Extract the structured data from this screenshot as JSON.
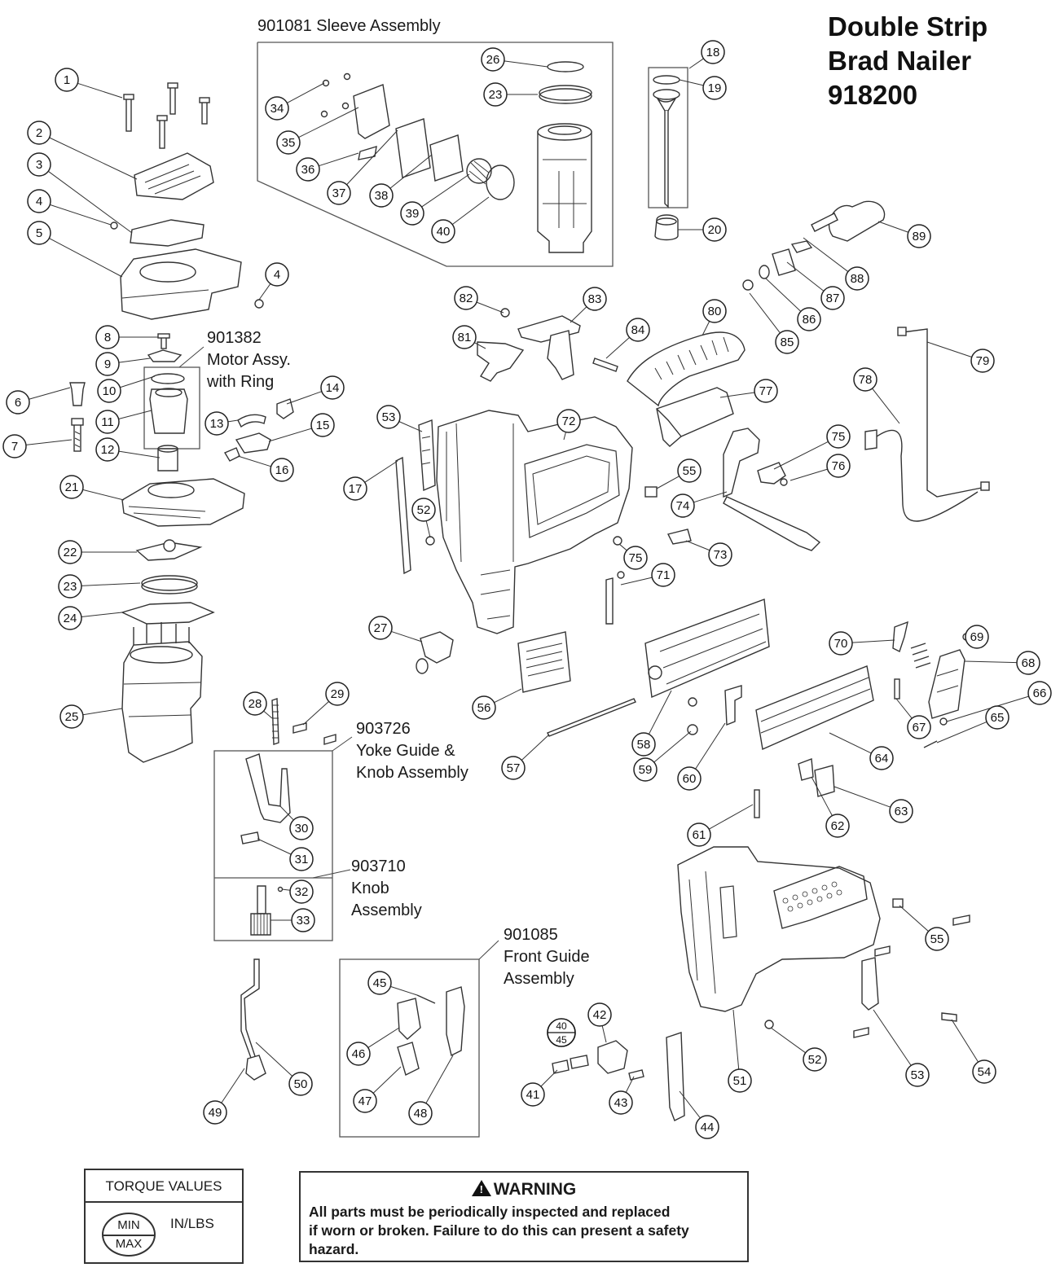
{
  "title": {
    "line1": "Double Strip",
    "line2": "Brad Nailer",
    "line3": "918200"
  },
  "assemblies": {
    "sleeve": "901081 Sleeve Assembly",
    "motor_id": "901382",
    "motor_line1": "Motor Assy.",
    "motor_line2": "with Ring",
    "yoke_id": "903726",
    "yoke_line1": "Yoke Guide &",
    "yoke_line2": "Knob Assembly",
    "knob_id": "903710",
    "knob_line1": "Knob",
    "knob_line2": "Assembly",
    "front_guide_id": "901085",
    "front_guide_line1": "Front Guide",
    "front_guide_line2": "Assembly"
  },
  "callouts": [
    "1",
    "2",
    "3",
    "4",
    "5",
    "4",
    "6",
    "7",
    "8",
    "9",
    "10",
    "11",
    "12",
    "13",
    "14",
    "15",
    "16",
    "17",
    "18",
    "19",
    "20",
    "21",
    "22",
    "23",
    "24",
    "25",
    "26",
    "23",
    "27",
    "28",
    "29",
    "30",
    "31",
    "32",
    "33",
    "34",
    "35",
    "36",
    "37",
    "38",
    "39",
    "40",
    "41",
    "42",
    "43",
    "44",
    "45",
    "46",
    "47",
    "48",
    "49",
    "50",
    "51",
    "52",
    "53",
    "54",
    "55",
    "56",
    "57",
    "58",
    "59",
    "60",
    "61",
    "62",
    "63",
    "64",
    "65",
    "66",
    "67",
    "68",
    "69",
    "70",
    "71",
    "72",
    "73",
    "74",
    "75",
    "76",
    "75",
    "77",
    "78",
    "79",
    "80",
    "81",
    "82",
    "83",
    "84",
    "85",
    "86",
    "87",
    "88",
    "89",
    "53",
    "52",
    "55"
  ],
  "torque_badge": {
    "min": "40",
    "max": "45"
  },
  "torque_legend": {
    "title": "TORQUE VALUES",
    "min_label": "MIN",
    "max_label": "MAX",
    "unit": "IN/LBS"
  },
  "warning": {
    "heading": "WARNING",
    "line1": "All parts must be periodically inspected and replaced",
    "line2": "if worn or broken. Failure to do this can present a safety",
    "line3": "hazard."
  }
}
